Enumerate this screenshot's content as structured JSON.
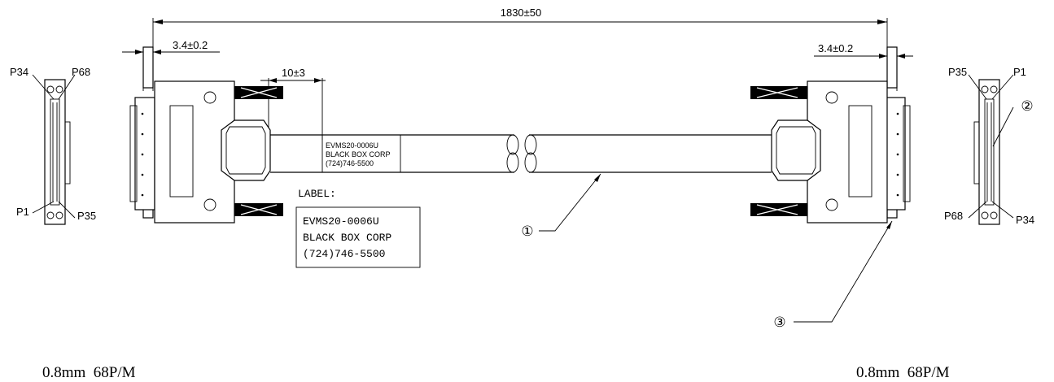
{
  "dimensions": {
    "overall_length": "1830±50",
    "left_offset": "3.4±0.2",
    "right_offset": "3.4±0.2",
    "label_offset": "10±3"
  },
  "pins": {
    "left_top_left": "P34",
    "left_top_right": "P68",
    "left_bottom_left": "P1",
    "left_bottom_right": "P35",
    "right_top_left": "P35",
    "right_top_right": "P1",
    "right_bottom_left": "P68",
    "right_bottom_right": "P34"
  },
  "cable_label": {
    "line1": "EVMS20-0006U",
    "line2": "BLACK BOX CORP",
    "line3": "(724)746-5500"
  },
  "label_callout": {
    "title": "LABEL:",
    "line1": "EVMS20-0006U",
    "line2": "BLACK BOX CORP",
    "line3": "(724)746-5500"
  },
  "callouts": {
    "cable": "①",
    "connector_right": "②",
    "latch": "③"
  },
  "specs": {
    "left": "0.8mm  68P/M",
    "right": "0.8mm  68P/M"
  }
}
